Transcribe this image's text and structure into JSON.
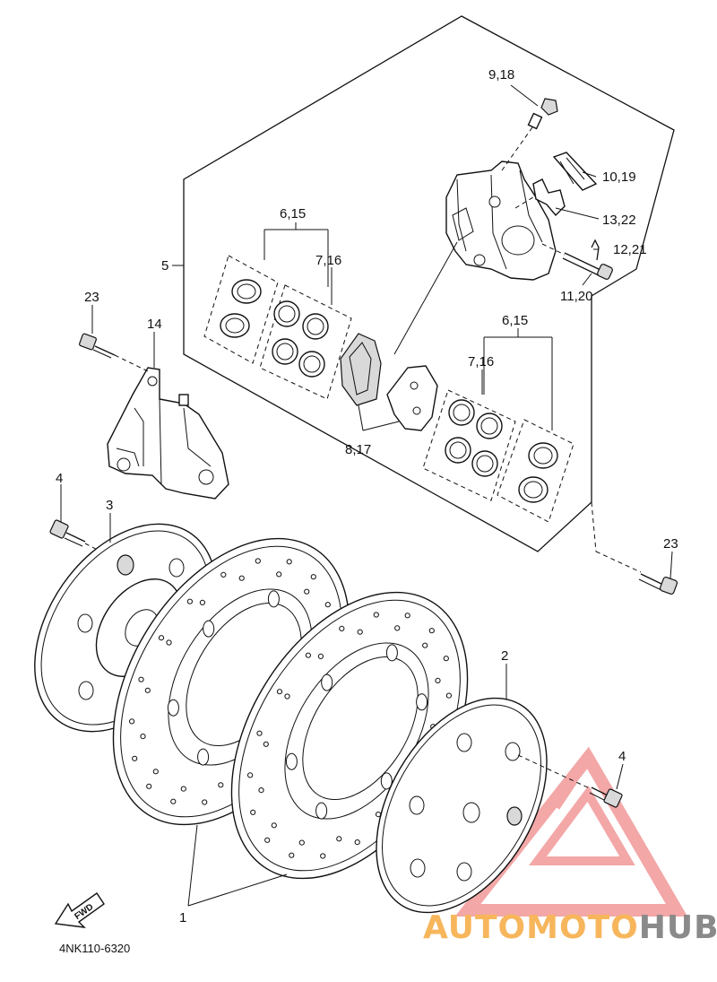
{
  "callouts": {
    "c_9_18": "9,18",
    "c_10_19": "10,19",
    "c_13_22": "13,22",
    "c_12_21": "12,21",
    "c_11_20": "11,20",
    "c_6_15_top": "6,15",
    "c_7_16_top": "7,16",
    "c_5": "5",
    "c_23_left": "23",
    "c_14": "14",
    "c_6_15_right": "6,15",
    "c_7_16_right": "7,16",
    "c_8_17": "8,17",
    "c_4_left": "4",
    "c_3": "3",
    "c_23_right": "23",
    "c_2": "2",
    "c_4_right": "4",
    "c_1": "1"
  },
  "fwd_label": "FWD",
  "diagram_code": "4NK110-6320",
  "watermark": {
    "part1": "AUTOMOTO",
    "part2": "HUB",
    "color_primary": "#f7b65c",
    "color_secondary": "#8a8a8a",
    "triangle_color": "#ef8a8a"
  }
}
